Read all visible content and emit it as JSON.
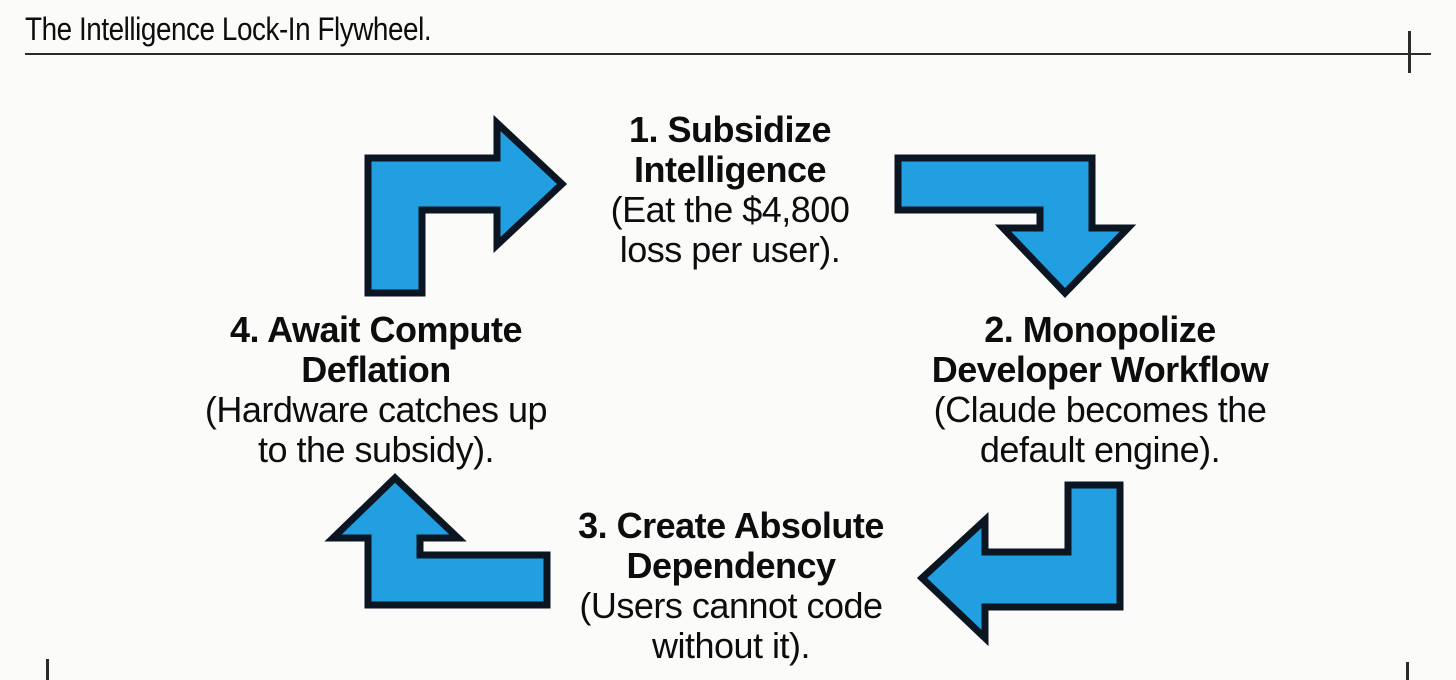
{
  "title": "The Intelligence Lock-In Flywheel.",
  "colors": {
    "background": "#fbfbfa",
    "text": "#0d0d0d",
    "rule": "#2b2b2b",
    "arrow_fill": "#219fe0",
    "arrow_outline": "#0c1622"
  },
  "steps": [
    {
      "name": "subsidize-intelligence",
      "position": "top",
      "heading_line1": "1. Subsidize",
      "heading_line2": "Intelligence",
      "detail_line1": "(Eat the $4,800",
      "detail_line2": "loss per user)."
    },
    {
      "name": "monopolize-developer-workflow",
      "position": "right",
      "heading_line1": "2. Monopolize",
      "heading_line2": "Developer Workflow",
      "detail_line1": "(Claude becomes the",
      "detail_line2": "default engine)."
    },
    {
      "name": "create-absolute-dependency",
      "position": "bottom",
      "heading_line1": "3. Create Absolute",
      "heading_line2": "Dependency",
      "detail_line1": "(Users cannot code",
      "detail_line2": "without it)."
    },
    {
      "name": "await-compute-deflation",
      "position": "left",
      "heading_line1": "4. Await Compute",
      "heading_line2": "Deflation",
      "detail_line1": "(Hardware catches up",
      "detail_line2": "to the subsidy)."
    }
  ],
  "arrows": [
    {
      "name": "arrow-step4-to-step1",
      "direction": "up-then-right"
    },
    {
      "name": "arrow-step1-to-step2",
      "direction": "right-then-down"
    },
    {
      "name": "arrow-step2-to-step3",
      "direction": "down-then-left"
    },
    {
      "name": "arrow-step3-to-step4",
      "direction": "left-then-up"
    }
  ]
}
